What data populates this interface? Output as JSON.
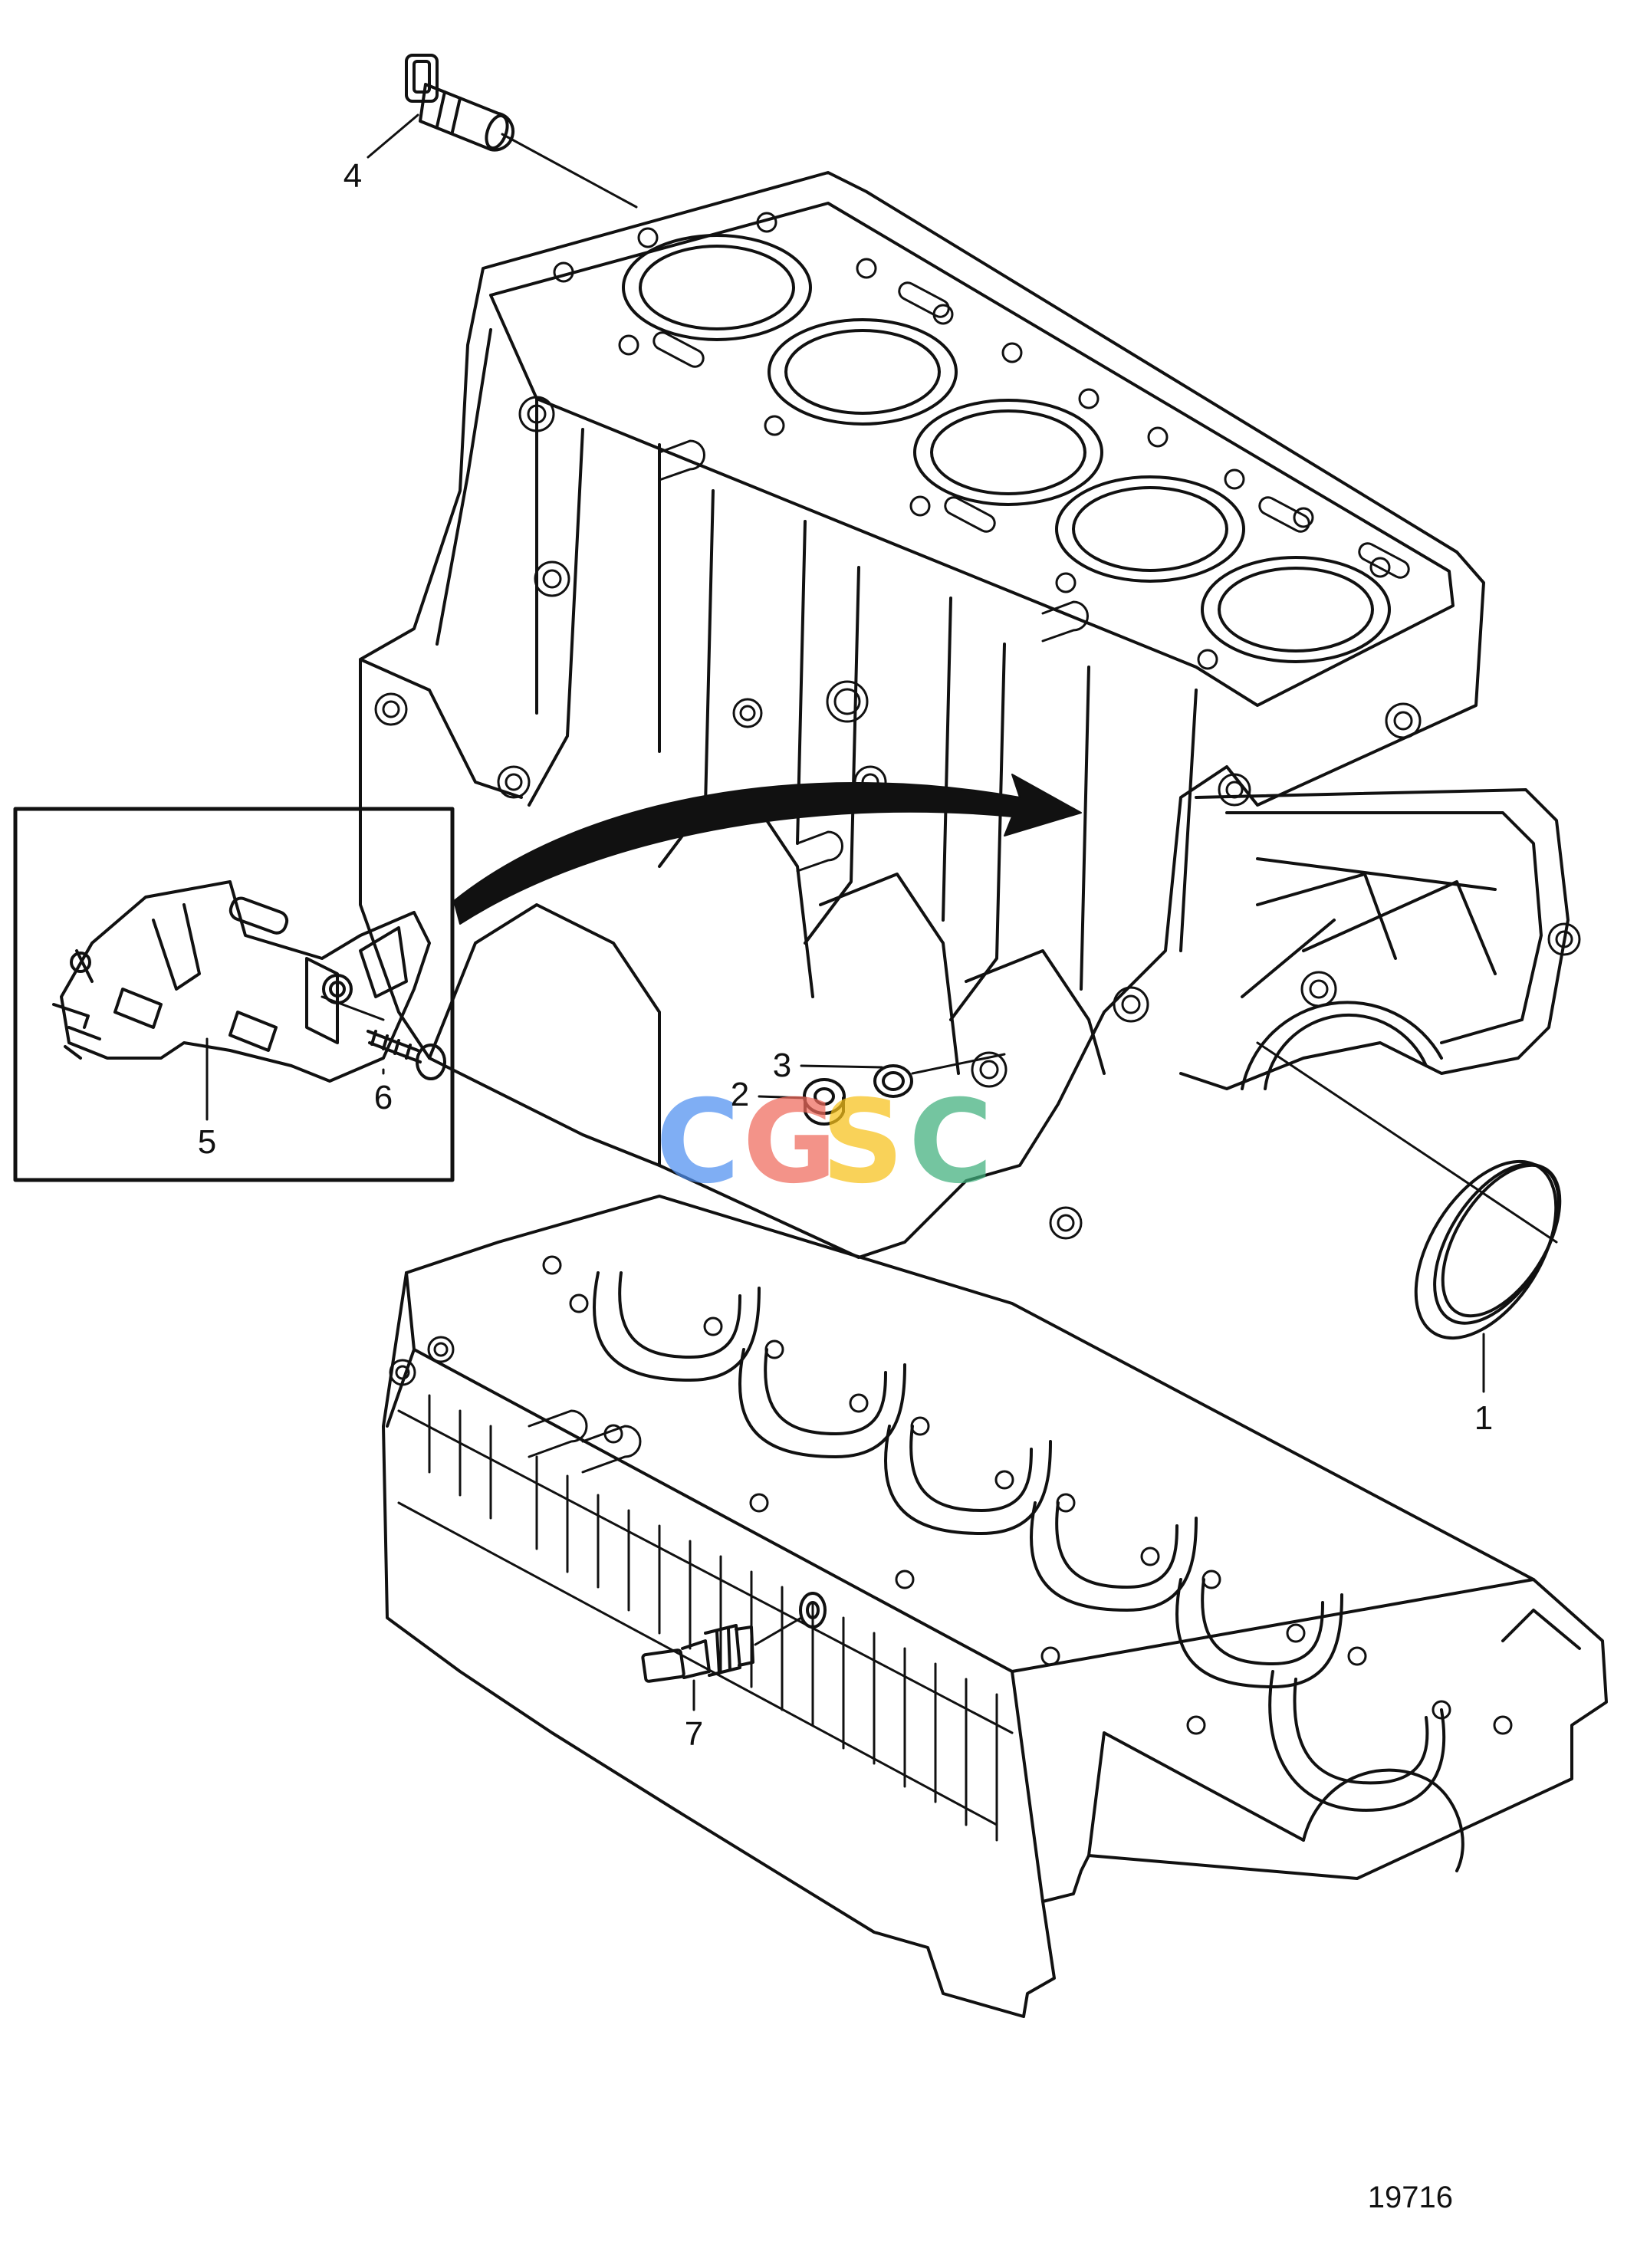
{
  "callouts": [
    {
      "id": "1",
      "label": "1"
    },
    {
      "id": "2",
      "label": "2"
    },
    {
      "id": "3",
      "label": "3"
    },
    {
      "id": "4",
      "label": "4"
    },
    {
      "id": "5",
      "label": "5"
    },
    {
      "id": "6",
      "label": "6"
    },
    {
      "id": "7",
      "label": "7"
    }
  ],
  "figure_number": "19716",
  "watermark": {
    "letters": [
      "C",
      "G",
      "S",
      "C"
    ],
    "colors": [
      "#4f8ff0",
      "#ef6a5c",
      "#f7c21a",
      "#3fb07c"
    ]
  },
  "colors": {
    "line": "#111111",
    "background": "#ffffff"
  }
}
